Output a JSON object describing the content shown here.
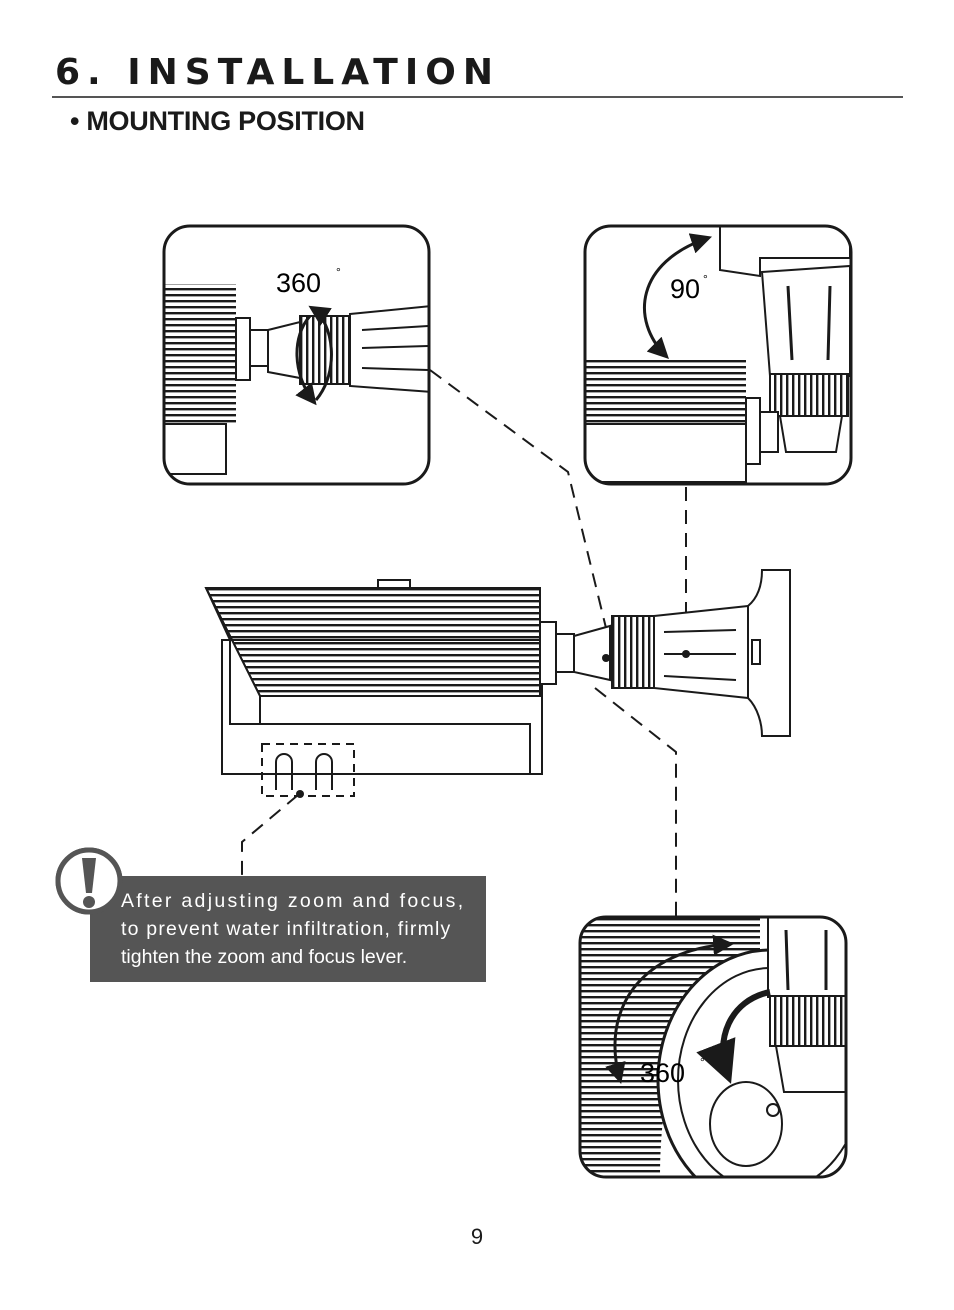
{
  "header": {
    "title": "6. INSTALLATION",
    "subtitle": "• MOUNTING POSITION"
  },
  "figure": {
    "detail_pan_label": "360",
    "detail_tilt_label": "90",
    "detail_rotate_label": "360",
    "degree_symbol": "°"
  },
  "notice": {
    "icon": "exclamation-icon",
    "lines": [
      "After adjusting zoom and focus,",
      "to prevent water infiltration, firmly",
      "tighten the zoom and focus lever."
    ]
  },
  "footer": {
    "page_number": "9"
  },
  "colors": {
    "line": "#1a1a1a",
    "notice_bg": "#555555",
    "notice_text": "#ffffff"
  }
}
